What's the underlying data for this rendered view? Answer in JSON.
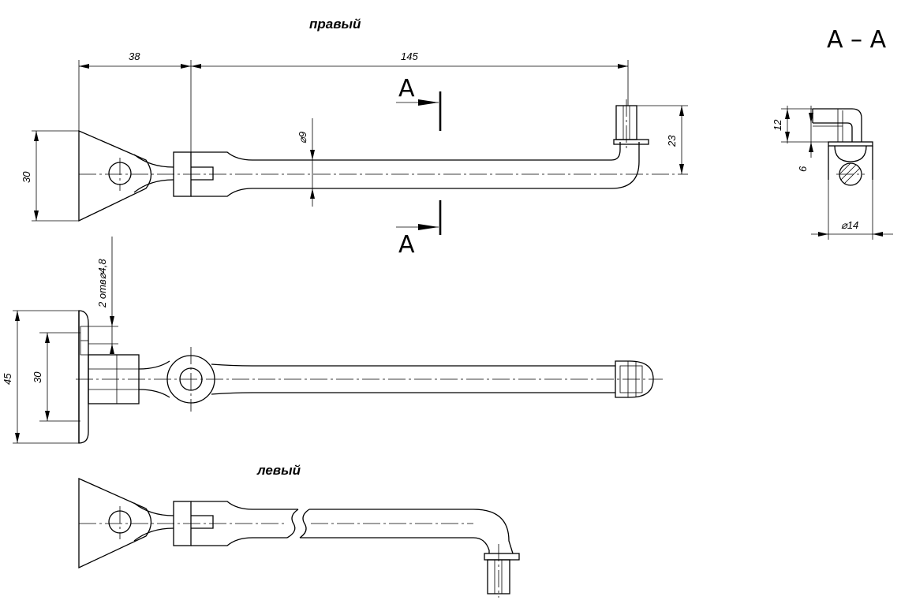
{
  "titles": {
    "right": "правый",
    "left": "левый",
    "section": "А – А"
  },
  "cut_markers": {
    "top": "А",
    "bottom": "А"
  },
  "dimensions": {
    "d38": "38",
    "d145": "145",
    "d30_top": "30",
    "dia9": "⌀9",
    "d23": "23",
    "d12": "12",
    "d6": "6",
    "dia14": "⌀14",
    "holes": "2 отв⌀4,8",
    "d45": "45",
    "d30_mid": "30"
  }
}
